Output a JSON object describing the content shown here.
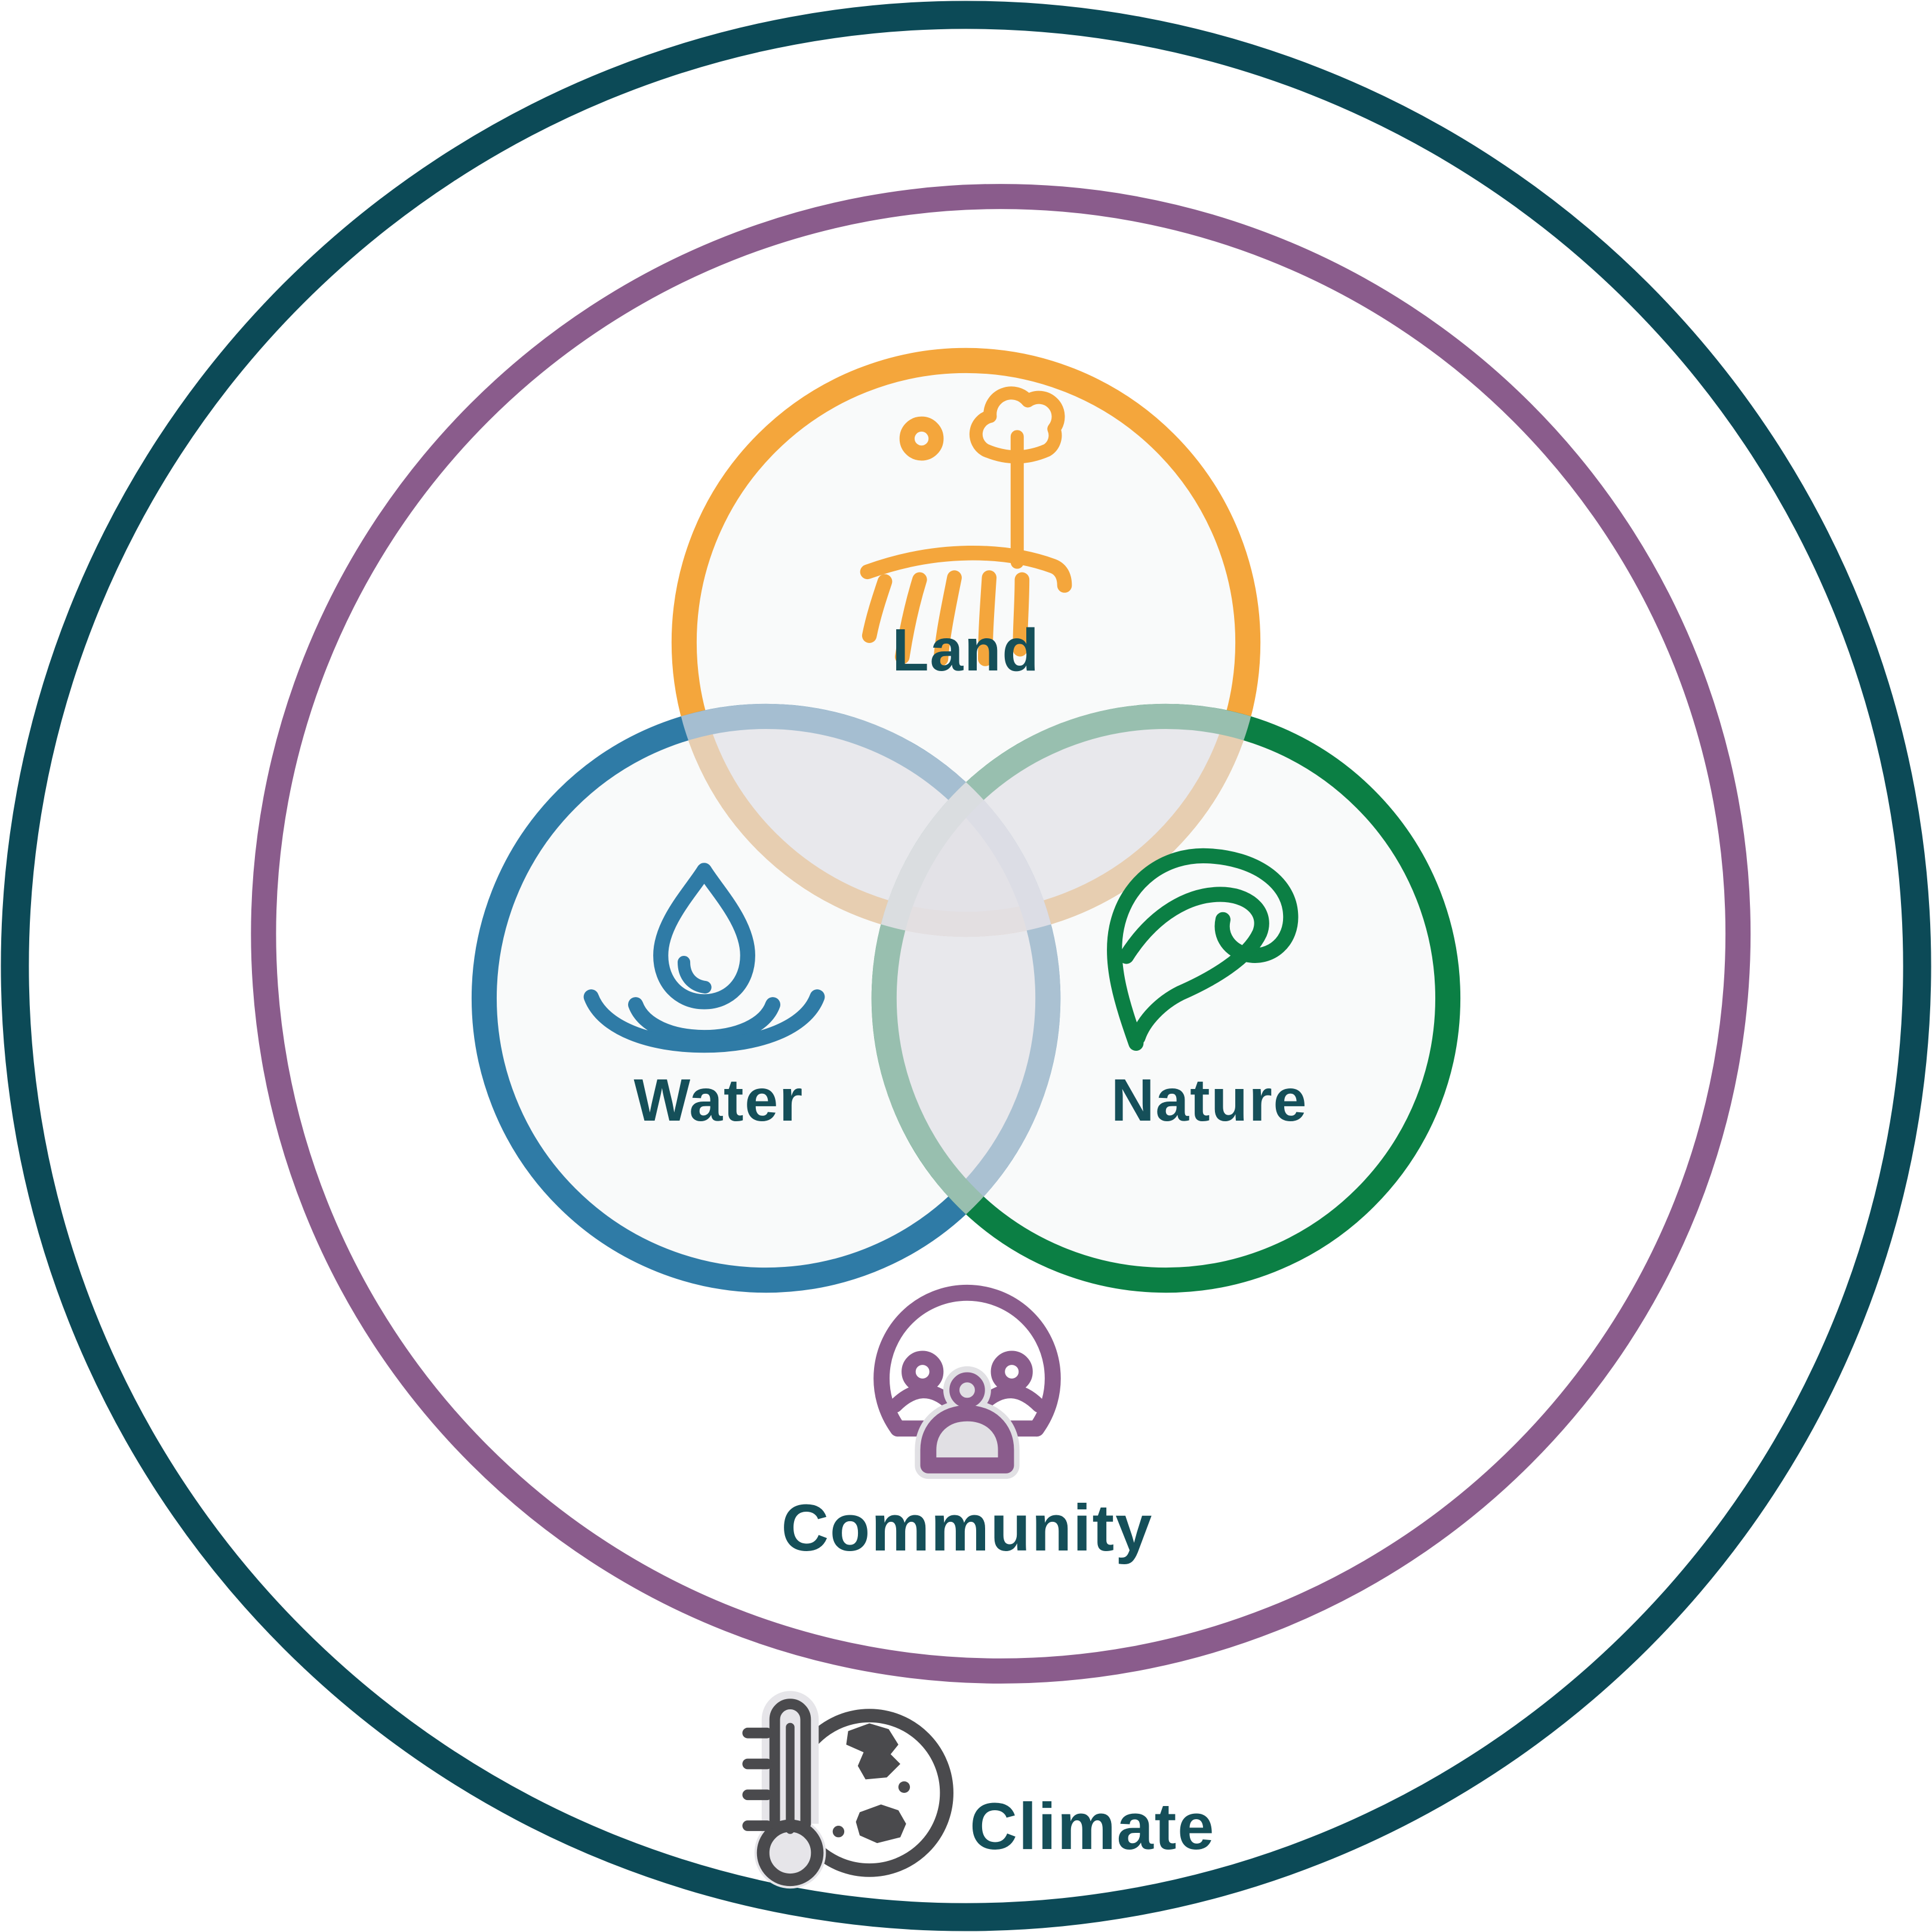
{
  "diagram": {
    "title": "Nested sustainability domains diagram",
    "label_color": "#154F59",
    "fills": {
      "page": "#FFFFFF",
      "outer_ring_area": "#E6E5E9",
      "inner_area": "#E1E0E4",
      "overlap_fade": "rgba(226,225,230,0.66)"
    },
    "outer_ring": {
      "id": "climate",
      "label": "Climate",
      "color": "#0C4A57",
      "icon": "climate-thermometer-globe-icon",
      "icon_color": "#4A4A4D"
    },
    "middle_ring": {
      "id": "community",
      "label": "Community",
      "color": "#8A5C8C",
      "icon": "community-people-icon"
    },
    "venn": [
      {
        "id": "land",
        "label": "Land",
        "color": "#F4A63C",
        "icon": "land-field-sun-tree-icon"
      },
      {
        "id": "water",
        "label": "Water",
        "color": "#2F7BA6",
        "icon": "water-droplet-ripples-icon"
      },
      {
        "id": "nature",
        "label": "Nature",
        "color": "#0B7F44",
        "icon": "nature-leaf-icon"
      }
    ]
  }
}
